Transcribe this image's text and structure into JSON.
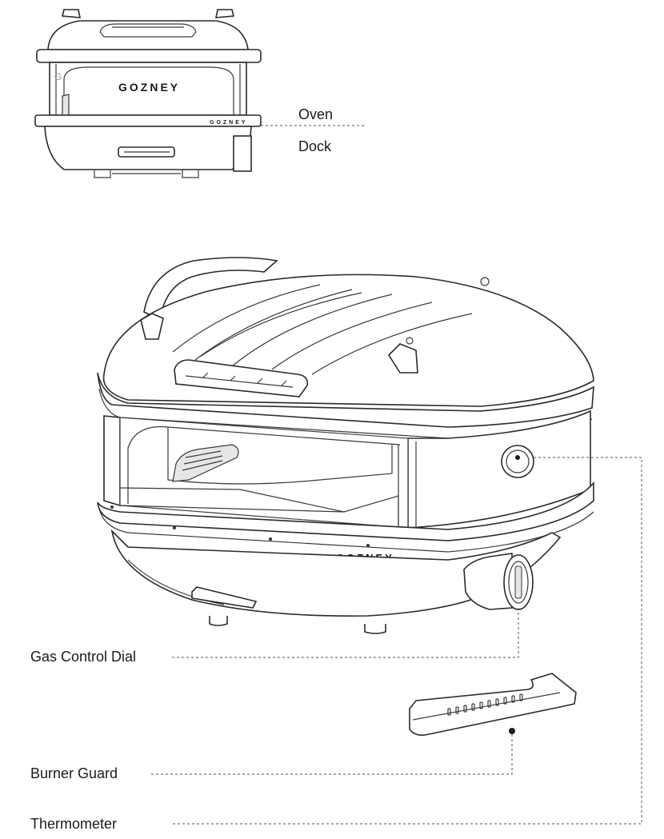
{
  "labels": {
    "oven": "Oven",
    "dock": "Dock",
    "gas_control_dial": "Gas Control Dial",
    "burner_guard": "Burner Guard",
    "thermometer": "Thermometer"
  },
  "branding": {
    "logo_text": "GOZNEY",
    "logo_mark": "G"
  }
}
